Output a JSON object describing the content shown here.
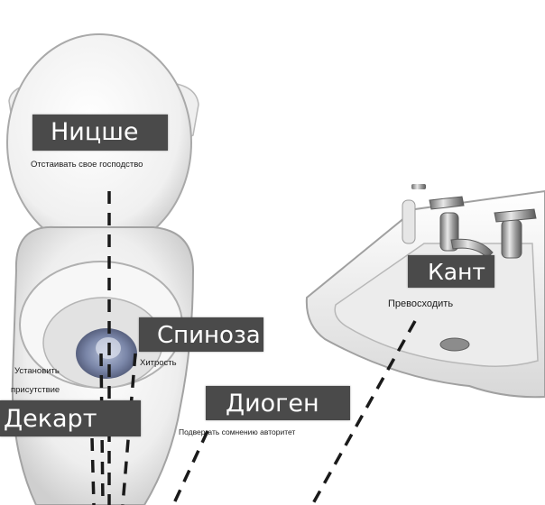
{
  "labels": {
    "nietzsche": {
      "name": "Ницше",
      "caption": "Отстаивать свое господство"
    },
    "spinoza": {
      "name": "Спиноза",
      "caption": "Хитрость"
    },
    "descartes": {
      "name": "Декарт",
      "caption_line1": "Установить",
      "caption_line2": "присутствие"
    },
    "diogenes": {
      "name": "Диоген",
      "caption": "Подвергать сомнению авторитет"
    },
    "kant": {
      "name": "Кант",
      "caption": "Превосходить"
    }
  },
  "colors": {
    "label_background": "#4a4a4a",
    "label_text": "#ffffff",
    "porcelain": "#f4f4f4",
    "porcelain_shadow": "#c9c9c9",
    "outline": "#8a8a8a",
    "dash_line": "#1a1a1a"
  }
}
